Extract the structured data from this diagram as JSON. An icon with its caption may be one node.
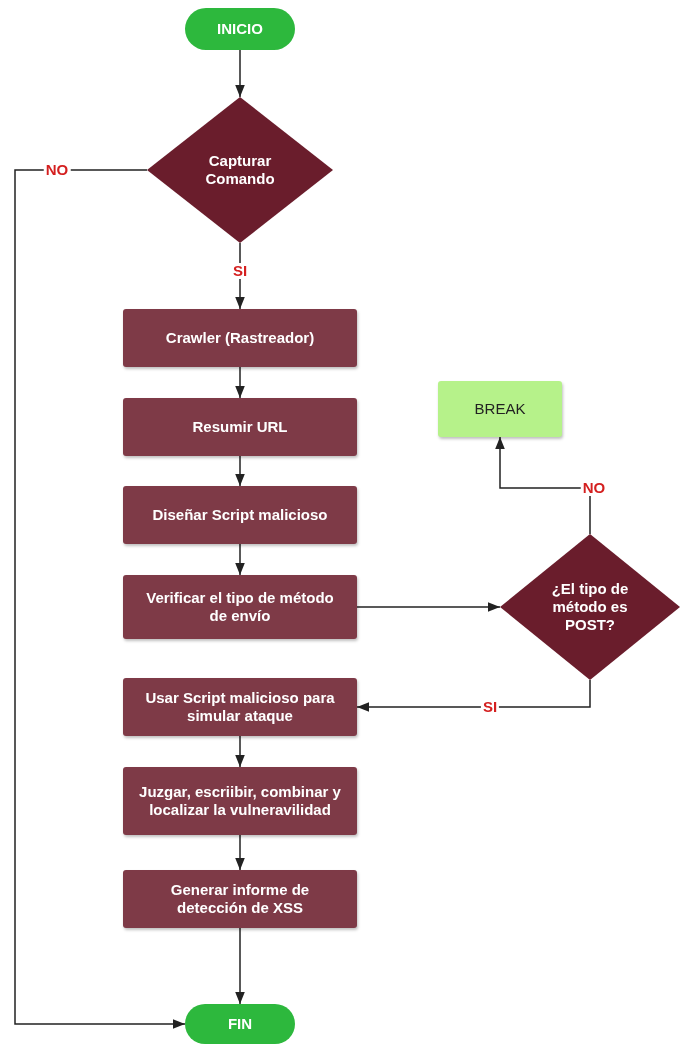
{
  "diagram": {
    "nodes": [
      {
        "text": [
          "INICIO"
        ]
      },
      {
        "text": [
          "Capturar Comando"
        ]
      },
      {
        "text": [
          "Crawler (Rastreador)"
        ]
      },
      {
        "text": [
          "Resumir URL"
        ]
      },
      {
        "text": [
          "BREAK"
        ]
      },
      {
        "text": [
          "Diseñar Script malicioso"
        ]
      },
      {
        "text": [
          "Verificar el tipo de método de envío"
        ]
      },
      {
        "text": [
          "¿El tipo de método es POST?"
        ]
      },
      {
        "text": [
          "Usar Script malicioso para simular ataque"
        ]
      },
      {
        "text": [
          "Juzgar, escriibir, combinar y localizar la vulneravilidad"
        ]
      },
      {
        "text": [
          "Generar informe de detección de XSS"
        ]
      },
      {
        "text": [
          "FIN"
        ]
      }
    ],
    "edges": [
      {
        "from": 0,
        "to": 1,
        "arrow": "to"
      },
      {
        "from": 1,
        "to": 2,
        "arrow": "to",
        "label": "SI"
      },
      {
        "from": 1,
        "to": 11,
        "arrow": "to",
        "label": "NO"
      },
      {
        "from": 2,
        "to": 3,
        "arrow": "to"
      },
      {
        "from": 3,
        "to": 5,
        "arrow": "to"
      },
      {
        "from": 5,
        "to": 6,
        "arrow": "to"
      },
      {
        "from": 6,
        "to": 7,
        "arrow": "to"
      },
      {
        "from": 7,
        "to": 4,
        "arrow": "to",
        "label": "NO"
      },
      {
        "from": 7,
        "to": 8,
        "arrow": "to",
        "label": "SI"
      },
      {
        "from": 8,
        "to": 9,
        "arrow": "to"
      },
      {
        "from": 9,
        "to": 10,
        "arrow": "to"
      },
      {
        "from": 10,
        "to": 11,
        "arrow": "to"
      }
    ]
  }
}
